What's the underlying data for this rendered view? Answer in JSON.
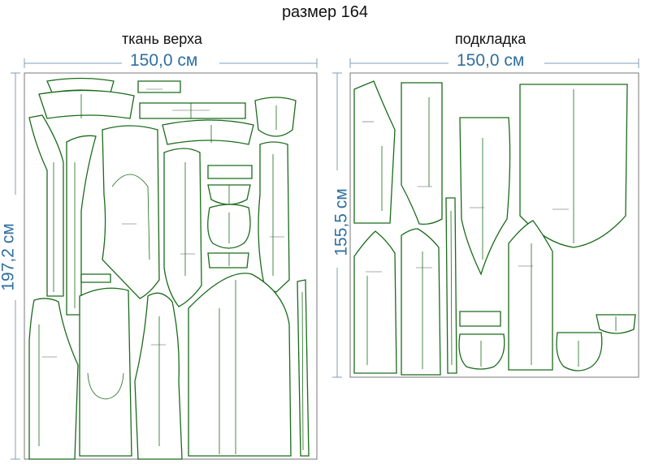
{
  "title": "размер 164",
  "left_panel": {
    "title": "ткань верха",
    "width_label": "150,0 см",
    "height_label": "197,2 см"
  },
  "right_panel": {
    "title": "подкладка",
    "width_label": "150,0 см",
    "height_label": "155,5 см"
  },
  "colors": {
    "dimension": "#2f6f9f",
    "piece_outline": "#1a6b1a",
    "sheet_border": "#777777"
  }
}
